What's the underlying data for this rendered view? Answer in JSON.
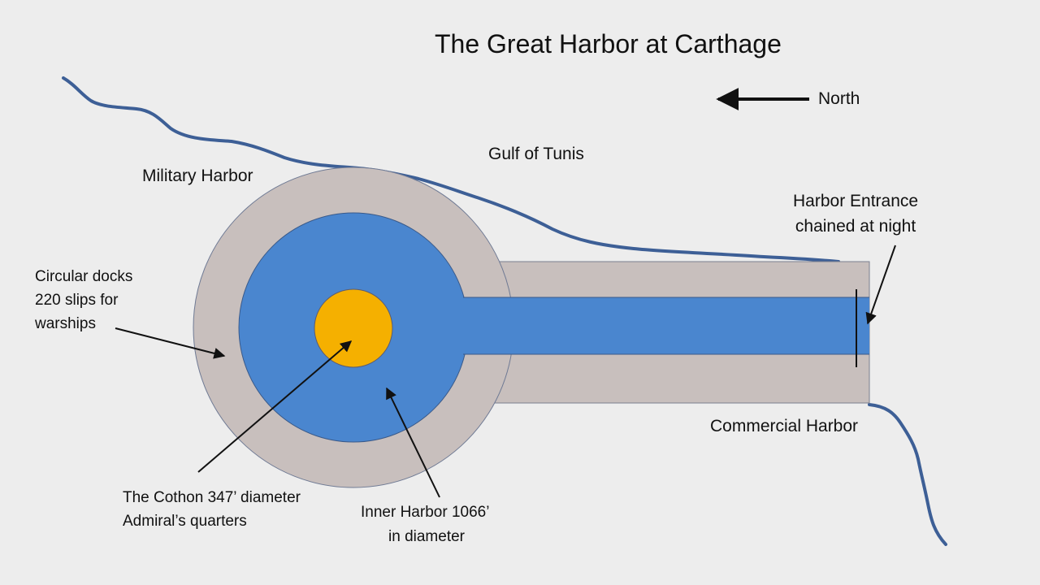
{
  "title": "The Great Harbor at Carthage",
  "north": "North",
  "gulf": "Gulf of Tunis",
  "military_harbor": "Military Harbor",
  "circular_docks": [
    "Circular docks",
    "220 slips for",
    "warships"
  ],
  "harbor_entrance": [
    "Harbor Entrance",
    "chained at night"
  ],
  "commercial_harbor": "Commercial Harbor",
  "cothon": [
    "The Cothon 347’ diameter",
    "Admiral’s quarters"
  ],
  "inner_harbor": [
    "Inner Harbor 1066’",
    "in diameter"
  ],
  "colors": {
    "background": "#ededed",
    "land": "#c8bfbd",
    "water": "#4a86cf",
    "cothon": "#f5b000",
    "coastline": "#3d5f96",
    "ink": "#111111"
  }
}
